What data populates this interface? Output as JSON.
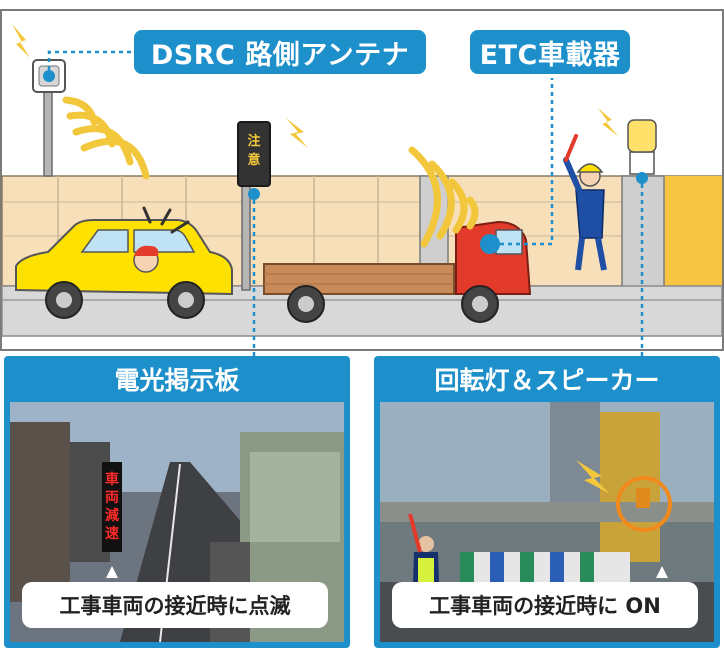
{
  "labels": {
    "dsrc_antenna": "DSRC 路側アンテナ",
    "etc_unit": "ETC車載器",
    "sign_text": "注意"
  },
  "panels": [
    {
      "title": "電光掲示板",
      "sign_text": "車両減速",
      "caption": "工事車両の接近時に点滅"
    },
    {
      "title": "回転灯＆スピーカー",
      "caption": "工事車両の接近時に ON"
    }
  ],
  "colors": {
    "accent": "#1d8fcb",
    "wall": "#f6dfb9",
    "taxi": "#ffe100",
    "truck_cab": "#e23b2b",
    "truck_bed": "#c98a5a",
    "signal_light": "#ffe16a",
    "road": "#d8d8d8"
  }
}
